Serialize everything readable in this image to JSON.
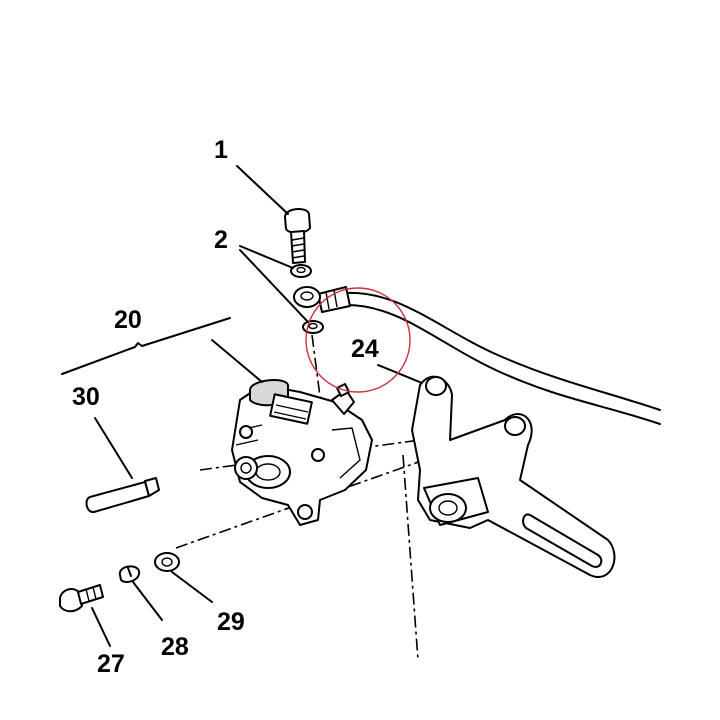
{
  "callouts": {
    "c1": "1",
    "c2": "2",
    "c20": "20",
    "c24": "24",
    "c27": "27",
    "c28": "28",
    "c29": "29",
    "c30": "30"
  },
  "highlight_color": "#c8303f",
  "line_color": "#000000"
}
